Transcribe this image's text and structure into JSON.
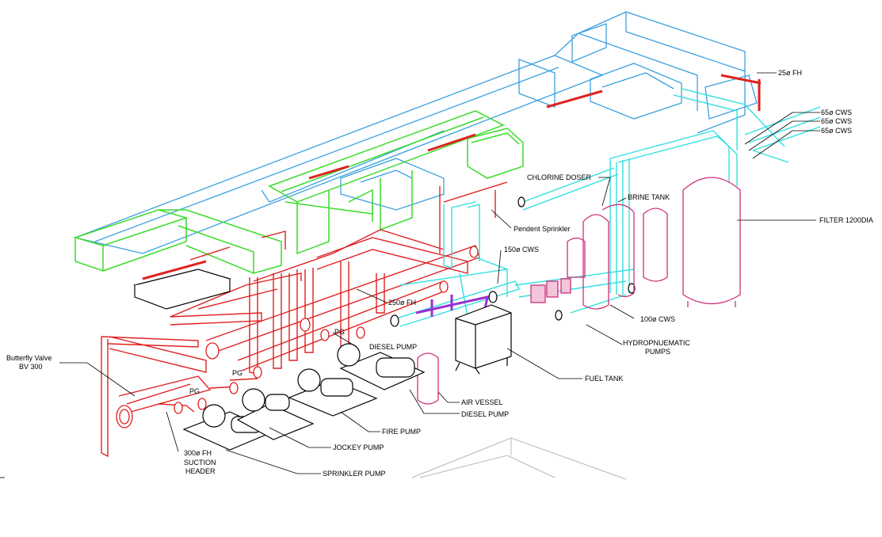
{
  "colors": {
    "fire_water": "#e02020",
    "cold_water": "#30e0e0",
    "duct": "#3aa0e0",
    "duct_green": "#3adc2a",
    "treatment": "#d0307a",
    "chemical": "#9a30d0",
    "equipment": "#000000",
    "structure": "#b0b0b0"
  },
  "labels": {
    "fh_25": "25ø FH",
    "cws_65_a": "65ø CWS",
    "cws_65_b": "65ø CWS",
    "cws_65_c": "65ø CWS",
    "chlorine_doser": "CHLORINE DOSER",
    "brine_tank": "BRINE TANK",
    "filter": "FILTER 1200DIA",
    "pendent_sprinkler": "Pendent Sprinkler",
    "cws_150": "150ø CWS",
    "fh_250": "250ø FH",
    "pg_top": "PG",
    "diesel_pump_top": "DIESEL PUMP",
    "cws_100": "100ø CWS",
    "hydro_line1": "HYDROPNUEMATIC",
    "hydro_line2": "PUMPS",
    "butterfly_line1": "Butterfly  Valve",
    "butterfly_line2": "BV 300",
    "pg_mid": "PG",
    "pg_left": "PG",
    "fuel_tank": "FUEL TANK",
    "air_vessel": "AIR VESSEL",
    "diesel_pump_bottom": "DIESEL PUMP",
    "fire_pump": "FIRE PUMP",
    "jockey_pump": "JOCKEY PUMP",
    "suction_line1": "300ø FH",
    "suction_line2": "SUCTION",
    "suction_line3": "HEADER",
    "sprinkler_pump": "SPRINKLER PUMP"
  }
}
